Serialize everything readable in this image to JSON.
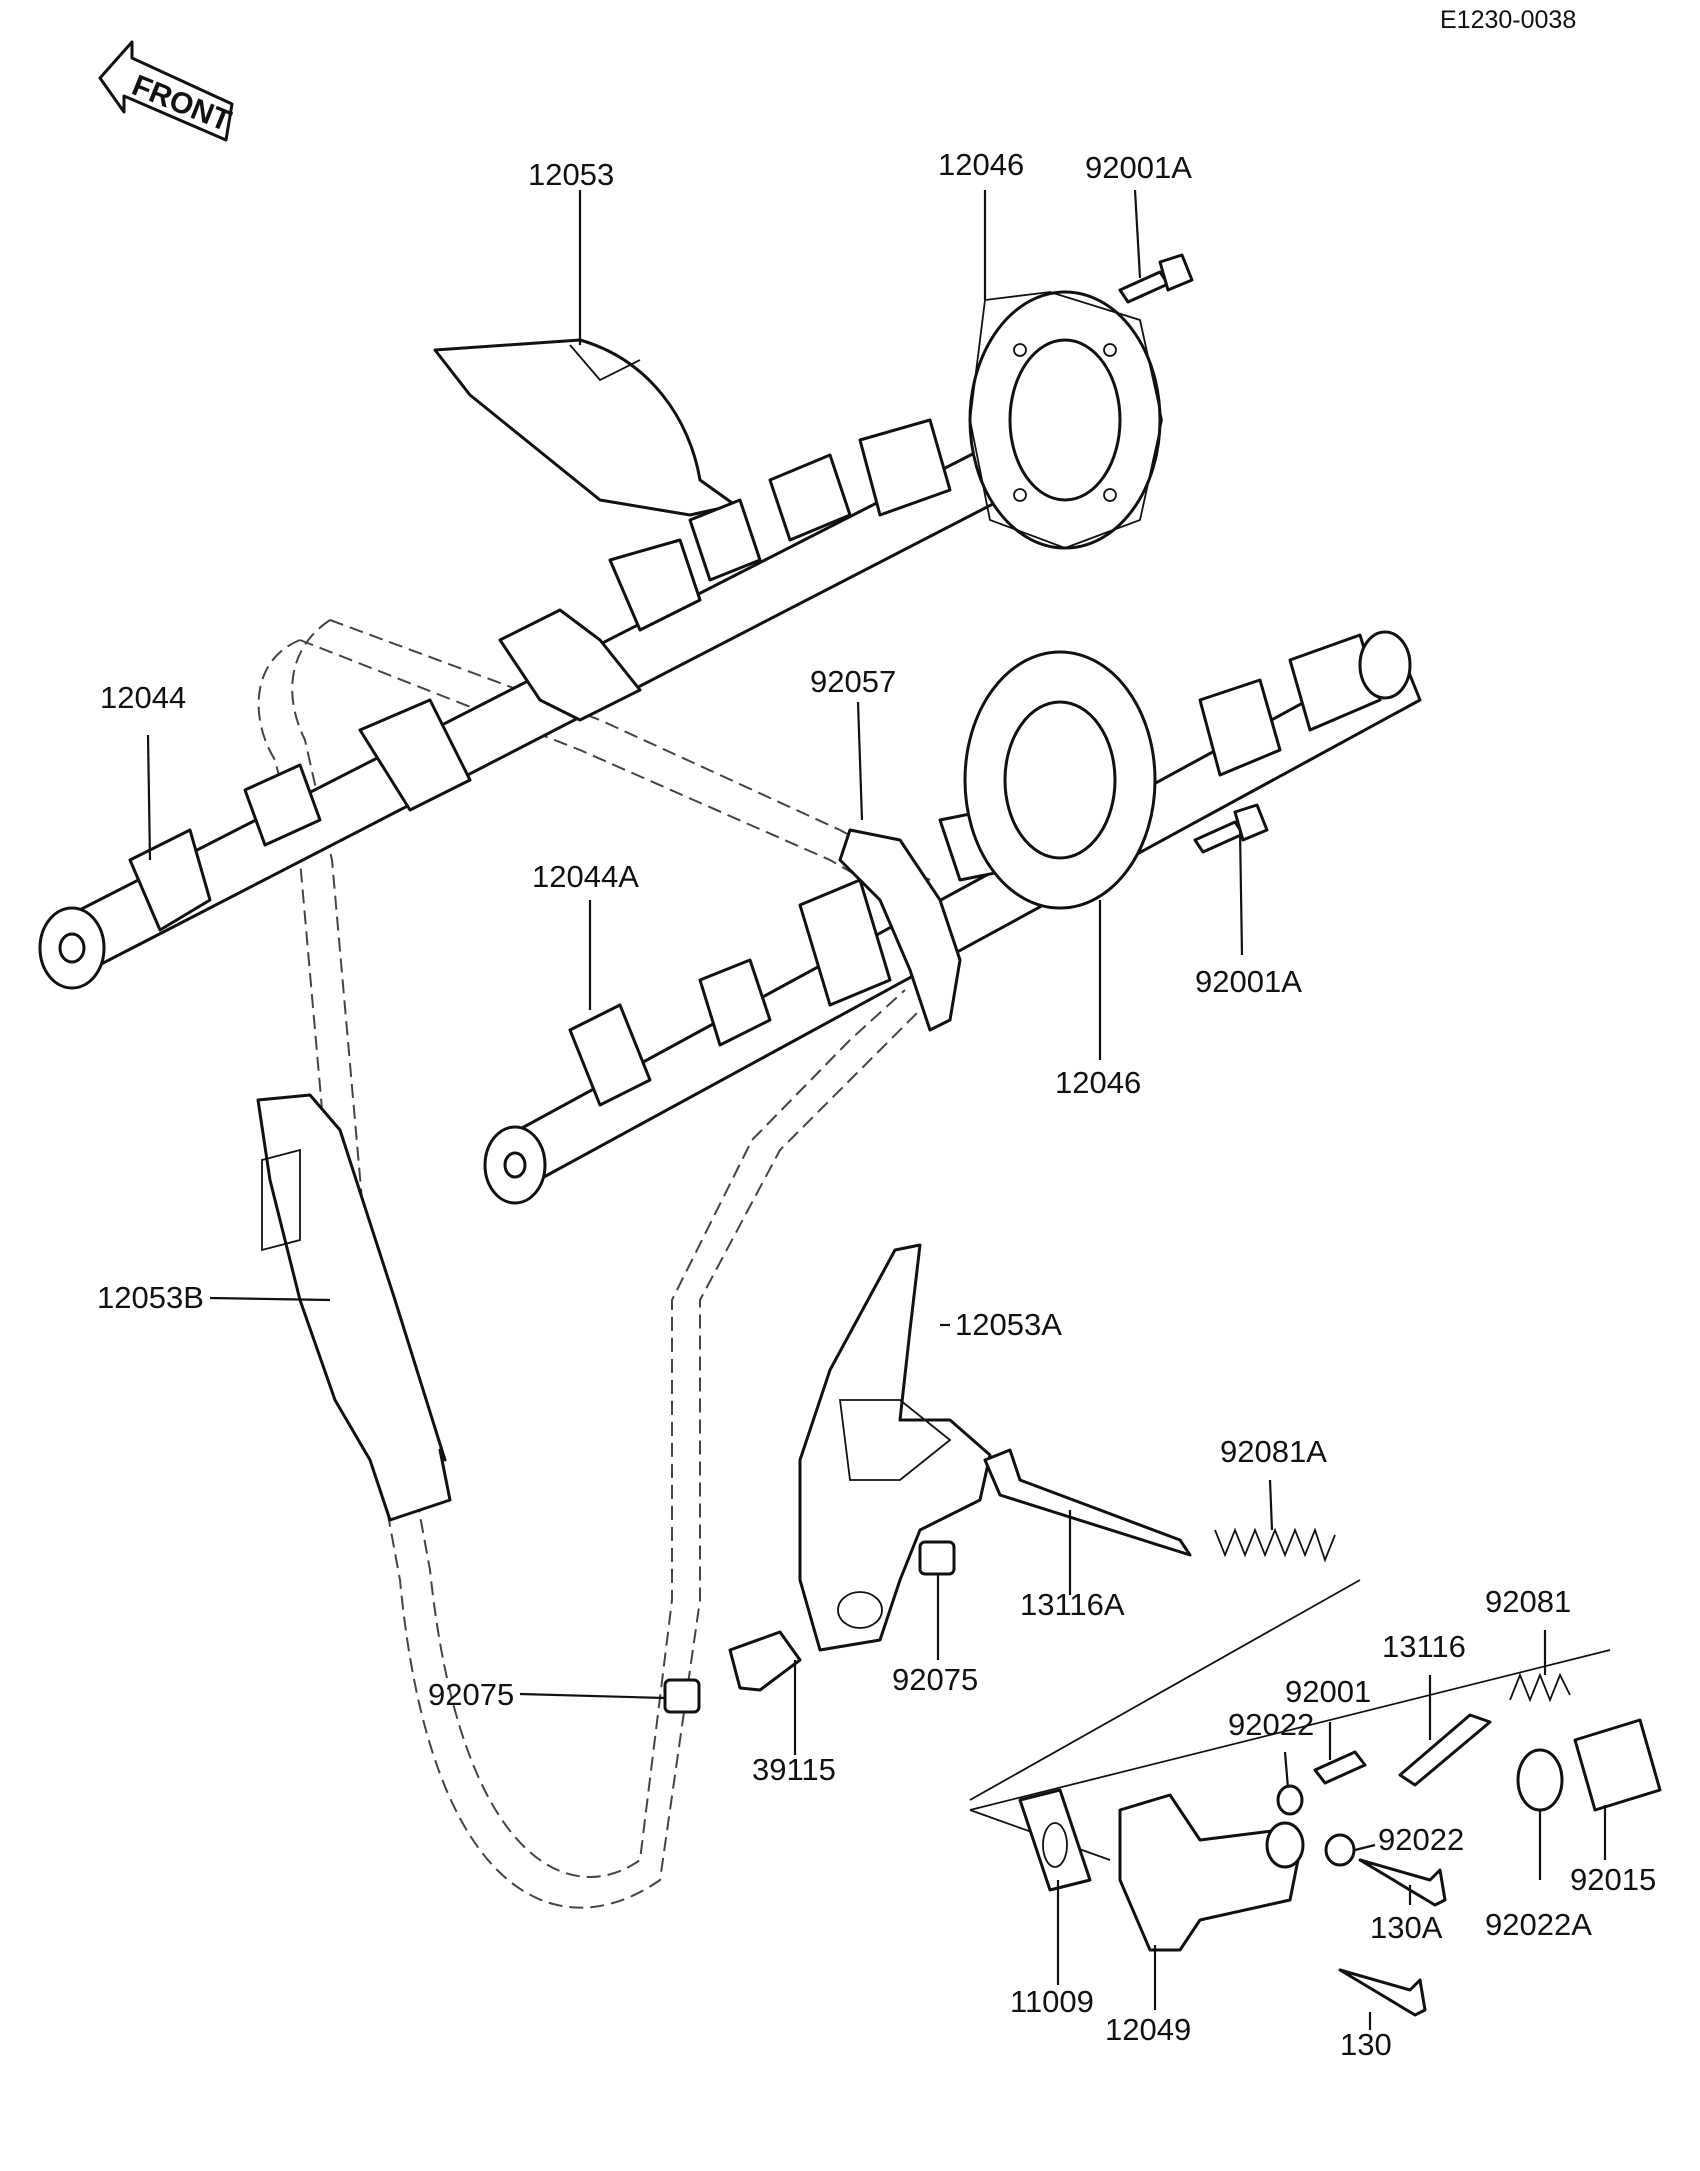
{
  "diagram": {
    "code": "E1230-0038",
    "direction_label": "FRONT",
    "labels": [
      {
        "id": "12053",
        "text": "12053"
      },
      {
        "id": "12046-top",
        "text": "12046"
      },
      {
        "id": "92001A-top",
        "text": "92001A"
      },
      {
        "id": "12044",
        "text": "12044"
      },
      {
        "id": "92057",
        "text": "92057"
      },
      {
        "id": "12044A",
        "text": "12044A"
      },
      {
        "id": "92001A-mid",
        "text": "92001A"
      },
      {
        "id": "12046-mid",
        "text": "12046"
      },
      {
        "id": "12053B",
        "text": "12053B"
      },
      {
        "id": "12053A",
        "text": "12053A"
      },
      {
        "id": "92081A",
        "text": "92081A"
      },
      {
        "id": "13116A",
        "text": "13116A"
      },
      {
        "id": "92075-right",
        "text": "92075"
      },
      {
        "id": "92075-left",
        "text": "92075"
      },
      {
        "id": "39115",
        "text": "39115"
      },
      {
        "id": "92081",
        "text": "92081"
      },
      {
        "id": "13116",
        "text": "13116"
      },
      {
        "id": "92001",
        "text": "92001"
      },
      {
        "id": "92022-top",
        "text": "92022"
      },
      {
        "id": "92022-mid",
        "text": "92022"
      },
      {
        "id": "92015",
        "text": "92015"
      },
      {
        "id": "130A",
        "text": "130A"
      },
      {
        "id": "92022A",
        "text": "92022A"
      },
      {
        "id": "11009",
        "text": "11009"
      },
      {
        "id": "12049",
        "text": "12049"
      },
      {
        "id": "130",
        "text": "130"
      }
    ]
  }
}
